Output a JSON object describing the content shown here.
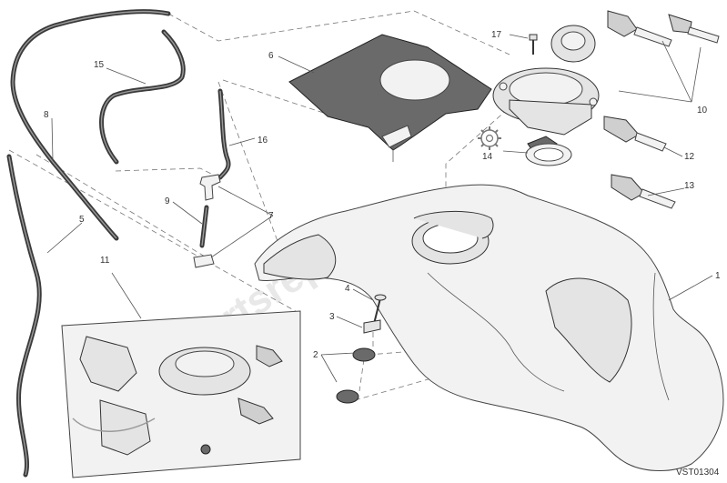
{
  "diagram": {
    "reference_code": "VST01304",
    "watermark_text": "Partsrepublik",
    "callouts": {
      "c1": "1",
      "c2": "2",
      "c3": "3",
      "c4": "4",
      "c5": "5",
      "c6": "6",
      "c7": "7",
      "c8": "8",
      "c9": "9",
      "c10": "10",
      "c11": "11",
      "c12": "12",
      "c13": "13",
      "c14": "14",
      "c15": "15",
      "c16": "16",
      "c17": "17"
    }
  },
  "parts": [
    {
      "callout": "1",
      "icon": "fuel-tank-icon"
    },
    {
      "callout": "2",
      "icon": "rubber-grommet-icon"
    },
    {
      "callout": "3",
      "icon": "spacer-icon"
    },
    {
      "callout": "4",
      "icon": "screw-icon"
    },
    {
      "callout": "5",
      "icon": "hose-icon"
    },
    {
      "callout": "6",
      "icon": "tank-plate-icon"
    },
    {
      "callout": "7",
      "icon": "hose-connector-icon"
    },
    {
      "callout": "8",
      "icon": "hose-icon"
    },
    {
      "callout": "9",
      "icon": "hose-icon"
    },
    {
      "callout": "10",
      "icon": "key-icon"
    },
    {
      "callout": "11",
      "icon": "ignition-lock-kit-icon"
    },
    {
      "callout": "12",
      "icon": "key-icon"
    },
    {
      "callout": "13",
      "icon": "key-icon"
    },
    {
      "callout": "14",
      "icon": "gasket-icon"
    },
    {
      "callout": "15",
      "icon": "hose-icon"
    },
    {
      "callout": "16",
      "icon": "hose-icon"
    },
    {
      "callout": "17",
      "icon": "screw-icon"
    }
  ],
  "colors": {
    "background": "#ffffff",
    "line": "#333333",
    "hose": "#3a3a3a",
    "plate": "#6a6a6a",
    "watermark": "#d6d6d6"
  }
}
